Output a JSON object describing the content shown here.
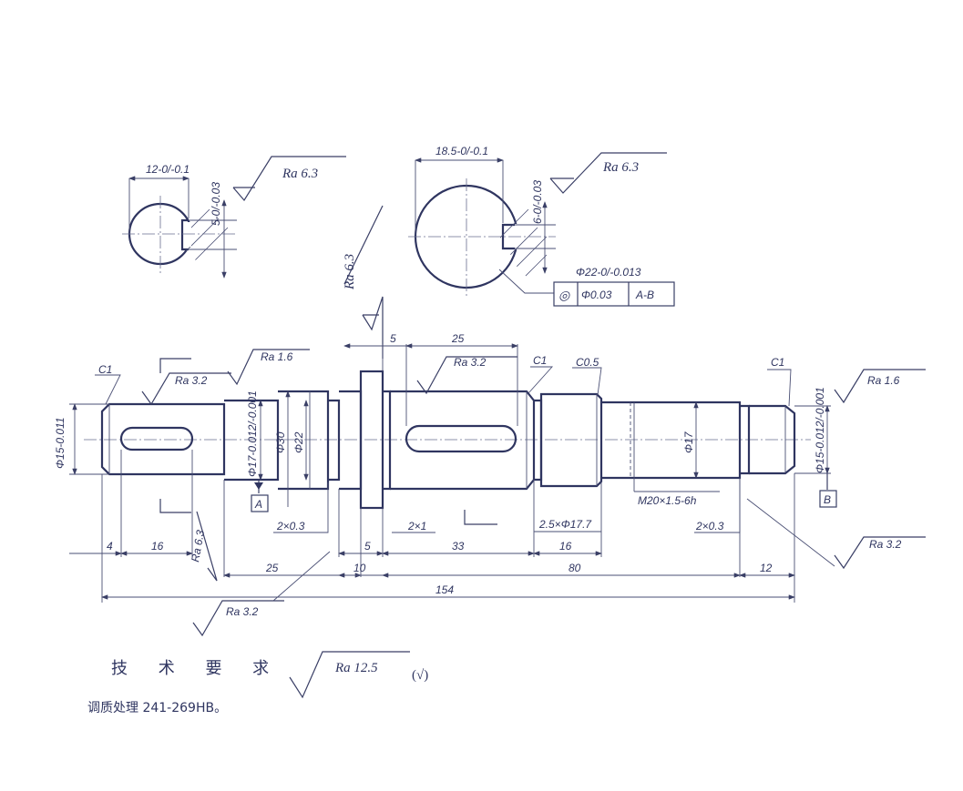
{
  "section_left": {
    "width_dim": "12-0/-0.1",
    "depth_dim": "5-0/-0.03",
    "roughness": "Ra 6.3"
  },
  "section_right": {
    "width_dim": "18.5-0/-0.1",
    "depth_dim": "6-0/-0.03",
    "diameter_dim": "Φ22-0/-0.013",
    "roughness": "Ra 6.3",
    "tolerance_frame": {
      "symbol": "◎",
      "value": "Φ0.03",
      "datum": "A-B"
    }
  },
  "shaft": {
    "chamfers": [
      "C1",
      "C0.5",
      "C1",
      "C1"
    ],
    "roughness": [
      "Ra 6.3",
      "Ra 3.2",
      "Ra 1.6",
      "Ra 3.2",
      "Ra 1.6",
      "Ra 3.2",
      "Ra 6.3",
      "Ra 3.2"
    ],
    "diameters": [
      "Φ15-0.011",
      "Φ17-0.012/-0.001",
      "Φ30",
      "Φ22",
      "Φ17",
      "Φ15-0.012/-0.001"
    ],
    "thread": "M20×1.5-6h",
    "datums": [
      "A",
      "B"
    ],
    "grooves": [
      "2×0.3",
      "2×1",
      "2.5×Φ17.7",
      "2×0.3"
    ],
    "dims": [
      "5",
      "25",
      "4",
      "16",
      "25",
      "5",
      "10",
      "33",
      "16",
      "80",
      "12",
      "154"
    ]
  },
  "notes": {
    "heading": "技 术 要 求",
    "general_roughness": "Ra 12.5",
    "general_roughness_suffix": "(√)",
    "treatment": "调质处理 241-269HB。"
  }
}
